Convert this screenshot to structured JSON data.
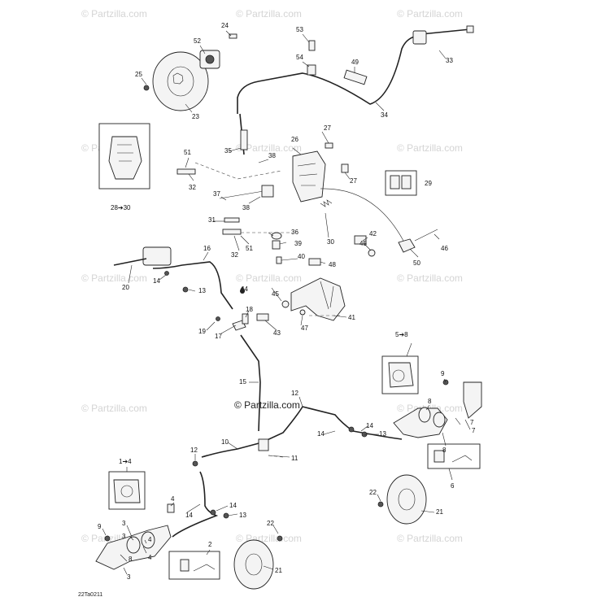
{
  "watermark": {
    "text": "© Partzilla.com",
    "main_text": "© Partzilla.com"
  },
  "diagram_code": "22Ta0211",
  "callouts": [
    {
      "id": "c1",
      "text": "24"
    },
    {
      "id": "c2",
      "text": "52"
    },
    {
      "id": "c3",
      "text": "25"
    },
    {
      "id": "c4",
      "text": "23"
    },
    {
      "id": "c5",
      "text": "53"
    },
    {
      "id": "c6",
      "text": "54"
    },
    {
      "id": "c7",
      "text": "49"
    },
    {
      "id": "c8",
      "text": "33"
    },
    {
      "id": "c9",
      "text": "34"
    },
    {
      "id": "c10",
      "text": "35"
    },
    {
      "id": "c11",
      "text": "38"
    },
    {
      "id": "c12",
      "text": "26"
    },
    {
      "id": "c13",
      "text": "27"
    },
    {
      "id": "c14",
      "text": "27"
    },
    {
      "id": "c15",
      "text": "51"
    },
    {
      "id": "c16",
      "text": "32"
    },
    {
      "id": "c17",
      "text": "28➔30"
    },
    {
      "id": "c18",
      "text": "29"
    },
    {
      "id": "c19",
      "text": "37"
    },
    {
      "id": "c20",
      "text": "38"
    },
    {
      "id": "c21",
      "text": "31"
    },
    {
      "id": "c22",
      "text": "36"
    },
    {
      "id": "c23",
      "text": "30"
    },
    {
      "id": "c24",
      "text": "42"
    },
    {
      "id": "c25",
      "text": "39"
    },
    {
      "id": "c26",
      "text": "45"
    },
    {
      "id": "c27",
      "text": "46"
    },
    {
      "id": "c28",
      "text": "16"
    },
    {
      "id": "c29",
      "text": "32"
    },
    {
      "id": "c30",
      "text": "51"
    },
    {
      "id": "c31",
      "text": "40"
    },
    {
      "id": "c32",
      "text": "48"
    },
    {
      "id": "c33",
      "text": "50"
    },
    {
      "id": "c34",
      "text": "14"
    },
    {
      "id": "c35",
      "text": "20"
    },
    {
      "id": "c36",
      "text": "13"
    },
    {
      "id": "c37",
      "text": "44"
    },
    {
      "id": "c38",
      "text": "45"
    },
    {
      "id": "c39",
      "text": "18"
    },
    {
      "id": "c40",
      "text": "41"
    },
    {
      "id": "c41",
      "text": "19"
    },
    {
      "id": "c42",
      "text": "17"
    },
    {
      "id": "c43",
      "text": "43"
    },
    {
      "id": "c44",
      "text": "47"
    },
    {
      "id": "c45",
      "text": "5➔8"
    },
    {
      "id": "c46",
      "text": "9"
    },
    {
      "id": "c47",
      "text": "15"
    },
    {
      "id": "c48",
      "text": "12"
    },
    {
      "id": "c49",
      "text": "8"
    },
    {
      "id": "c50",
      "text": "7"
    },
    {
      "id": "c51",
      "text": "7"
    },
    {
      "id": "c52",
      "text": "14"
    },
    {
      "id": "c53",
      "text": "14"
    },
    {
      "id": "c54",
      "text": "13"
    },
    {
      "id": "c55",
      "text": "8"
    },
    {
      "id": "c56",
      "text": "10"
    },
    {
      "id": "c57",
      "text": "12"
    },
    {
      "id": "c58",
      "text": "11"
    },
    {
      "id": "c59",
      "text": "1➔4"
    },
    {
      "id": "c60",
      "text": "6"
    },
    {
      "id": "c61",
      "text": "22"
    },
    {
      "id": "c62",
      "text": "4"
    },
    {
      "id": "c63",
      "text": "14"
    },
    {
      "id": "c64",
      "text": "14"
    },
    {
      "id": "c65",
      "text": "21"
    },
    {
      "id": "c66",
      "text": "3"
    },
    {
      "id": "c67",
      "text": "13"
    },
    {
      "id": "c68",
      "text": "9"
    },
    {
      "id": "c69",
      "text": "3"
    },
    {
      "id": "c70",
      "text": "4"
    },
    {
      "id": "c71",
      "text": "4"
    },
    {
      "id": "c72",
      "text": "22"
    },
    {
      "id": "c73",
      "text": "8"
    },
    {
      "id": "c74",
      "text": "2"
    },
    {
      "id": "c75",
      "text": "3"
    },
    {
      "id": "c76",
      "text": "21"
    }
  ]
}
